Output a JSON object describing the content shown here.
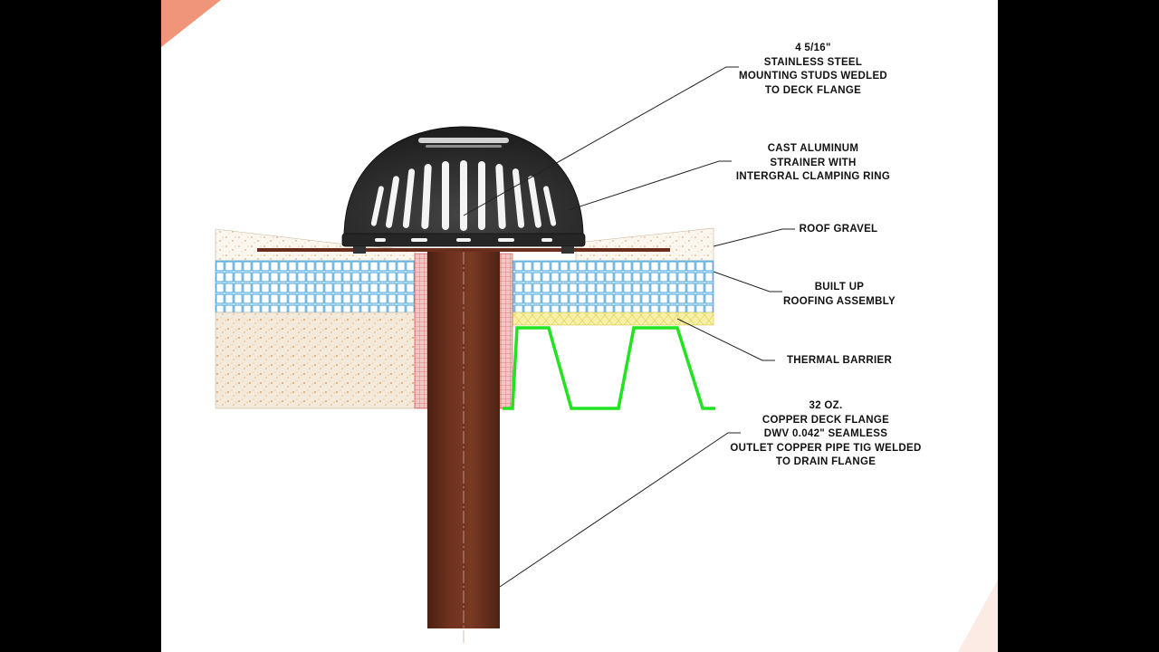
{
  "callouts": {
    "studs": [
      "4 5/16\"",
      "STAINLESS STEEL",
      "MOUNTING STUDS WEDLED",
      "TO DECK FLANGE"
    ],
    "strainer": [
      "CAST ALUMINUM",
      "STRAINER WITH",
      "INTERGRAL CLAMPING RING"
    ],
    "gravel": [
      "ROOF GRAVEL"
    ],
    "roofing": [
      "BUILT UP",
      "ROOFING ASSEMBLY"
    ],
    "thermal": [
      "THERMAL BARRIER"
    ],
    "flange": [
      "32 OZ.",
      "COPPER DECK FLANGE",
      "DWV 0.042\" SEAMLESS",
      "OUTLET COPPER PIPE TIG WELDED",
      "TO DRAIN FLANGE"
    ]
  },
  "colors": {
    "slide_background": "#ffffff",
    "side_bars": "#000000",
    "accent_corner": "#f0957a",
    "copper_pipe": "#6b2e1c",
    "strainer_dome": "#2c2c2c",
    "deck_profile": "#22e322",
    "roofing_hatch": "#3a9fd8",
    "thermal_barrier": "#f3ea8f",
    "insulation_fill": "#f2e7d6",
    "pipe_sleeve": "#e06a6a"
  },
  "icons": [
    "roof-drain-section-drawing"
  ]
}
